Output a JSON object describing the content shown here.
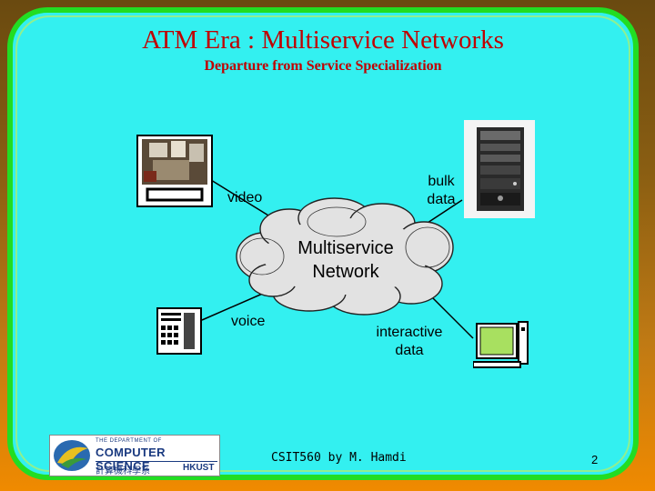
{
  "slide": {
    "title": "ATM Era : Multiservice Networks",
    "subtitle": "Departure from Service Specialization"
  },
  "diagram": {
    "center": {
      "line1": "Multiservice",
      "line2": "Network"
    },
    "nodes": {
      "video": "video",
      "bulk_data": {
        "line1": "bulk",
        "line2": "data"
      },
      "voice": "voice",
      "interactive_data": {
        "line1": "interactive",
        "line2": "data"
      }
    }
  },
  "footer": {
    "logo": {
      "line1": "THE DEPARTMENT OF",
      "line2": "COMPUTER SCIENCE",
      "line3": "計算機科學系",
      "line4": "HKUST"
    },
    "credit": "CSIT560 by M. Hamdi",
    "page_number": "2"
  },
  "colors": {
    "title": "#c00000",
    "panel": "#33f0f0",
    "border": "#22dd22",
    "cloud": "#e0e0e0"
  }
}
